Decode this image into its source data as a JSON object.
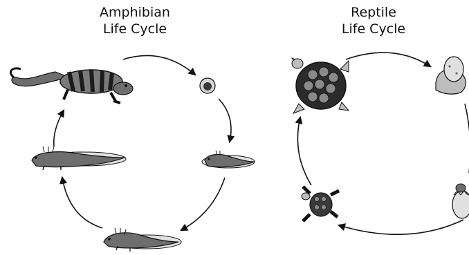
{
  "diagrams": [
    {
      "title": "Amphibian\nLife Cycle",
      "stages": [
        "salamander-adult",
        "egg",
        "larva",
        "larva-growing",
        "juvenile"
      ]
    },
    {
      "title": "Reptile\nLife Cycle",
      "stages": [
        "turtle-adult",
        "egg",
        "hatchling-egg",
        "baby-turtle"
      ]
    }
  ],
  "colors": {
    "ink": "#111111",
    "body": "#6e6e6e",
    "dark": "#2b2b2b",
    "light": "#d6d6d6"
  }
}
